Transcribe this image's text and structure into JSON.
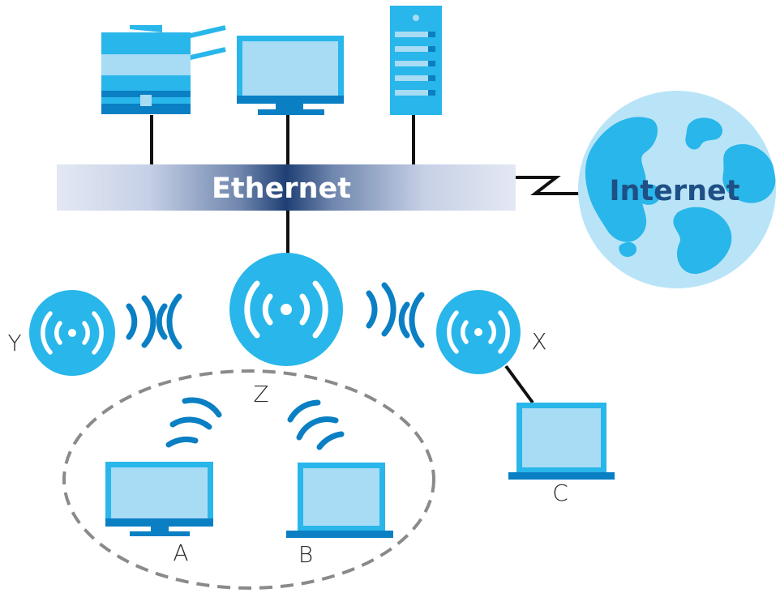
{
  "ethernet": {
    "label": "Ethernet"
  },
  "internet": {
    "label": "Internet"
  },
  "nodes": {
    "y": {
      "label": "Y"
    },
    "z": {
      "label": "Z"
    },
    "x": {
      "label": "X"
    },
    "a": {
      "label": "A"
    },
    "b": {
      "label": "B"
    },
    "c": {
      "label": "C"
    }
  },
  "colors": {
    "device_fill": "#29b6ea",
    "device_screen": "#a7dcf4",
    "device_dark": "#0a7fc4",
    "wire": "#111111",
    "ethernet_text": "#ffffff",
    "internet_text": "#1e4f85",
    "globe_ocean": "#b9e4f7",
    "dashed_group": "#8a8a8a"
  }
}
